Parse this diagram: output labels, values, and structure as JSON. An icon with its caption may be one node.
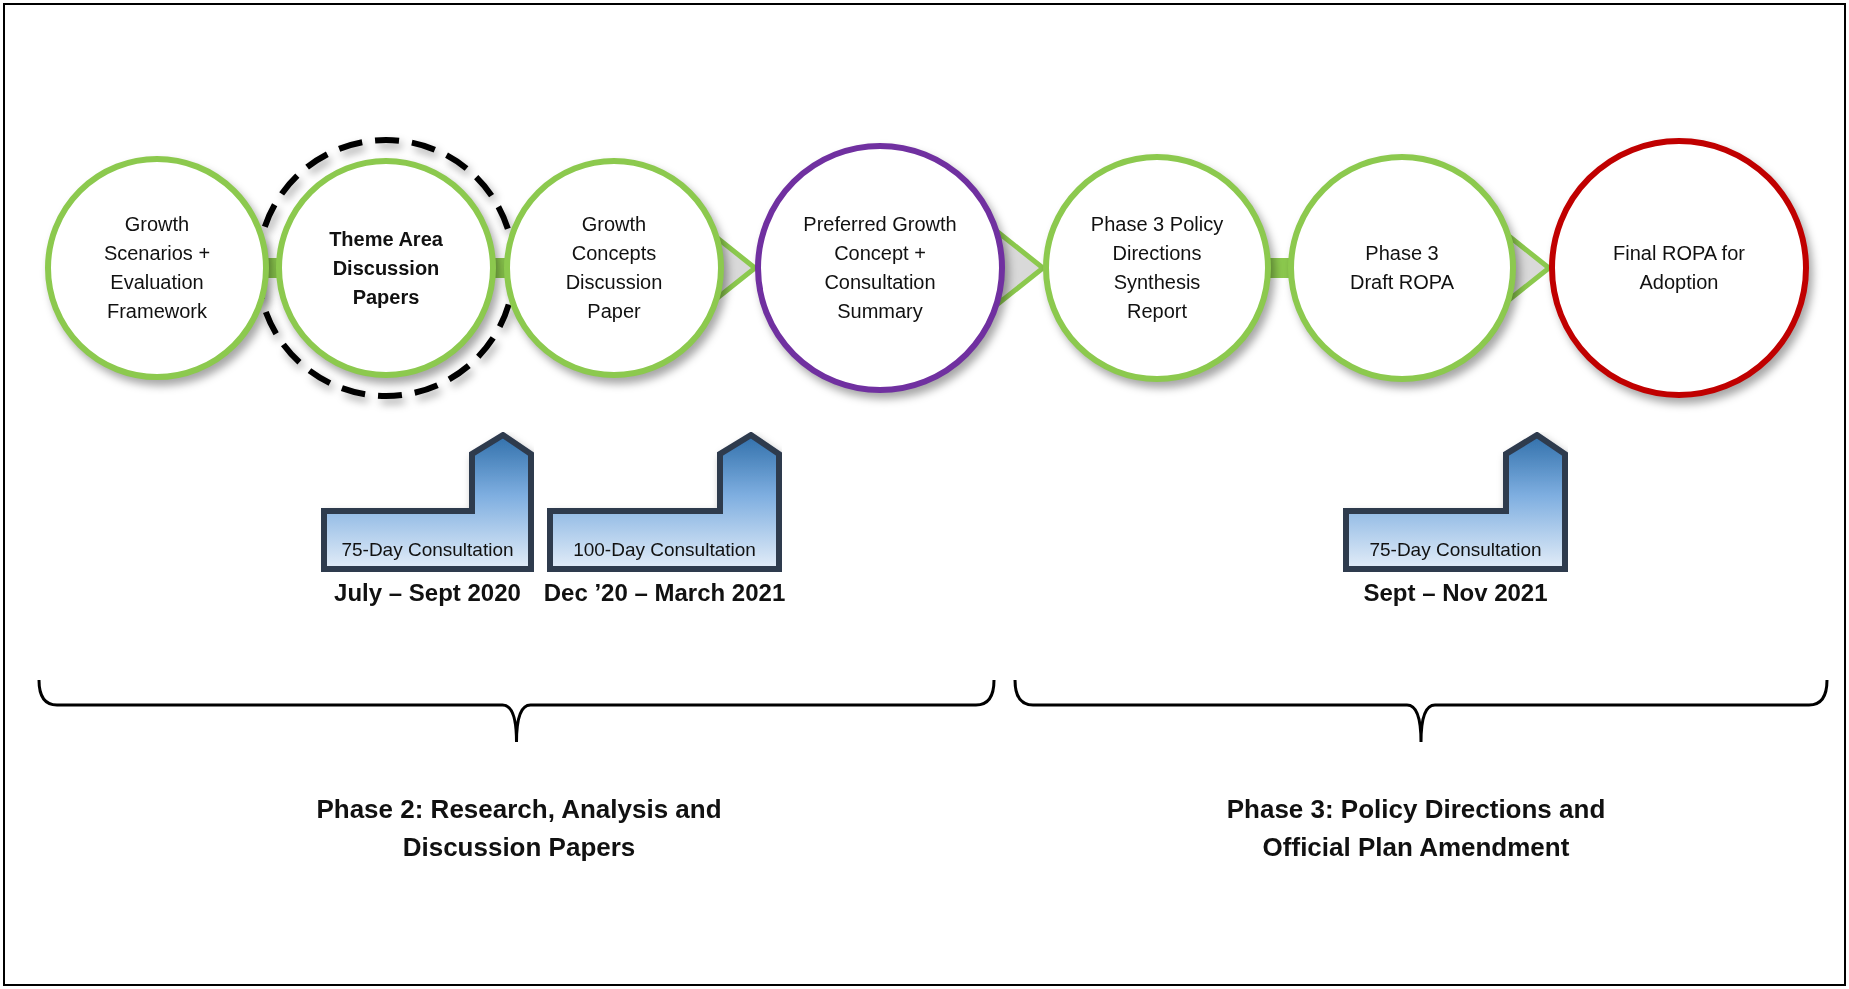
{
  "diagram": {
    "nodes": [
      {
        "text": [
          "Growth Scenarios + Evaluation Framework"
        ]
      },
      {
        "text": [
          "Theme Area Discussion Papers"
        ]
      },
      {
        "text": [
          "Growth Concepts Discussion Paper"
        ]
      },
      {
        "text": [
          "Preferred Growth Concept + Consultation Summary"
        ]
      },
      {
        "text": [
          "Phase 3 Policy Directions Synthesis Report"
        ]
      },
      {
        "text": [
          "Phase 3 Draft ROPA"
        ]
      },
      {
        "text": [
          "Final ROPA for Adoption"
        ]
      },
      {
        "text": [
          "75-Day Consultation"
        ],
        "beside": [
          "July – Sept 2020"
        ]
      },
      {
        "text": [
          "100-Day Consultation"
        ],
        "beside": [
          "Dec ’20 – March 2021"
        ]
      },
      {
        "text": [
          "75-Day Consultation"
        ],
        "beside": [
          "Sept – Nov 2021"
        ]
      }
    ],
    "edges": [
      {
        "from": 0,
        "to": 1,
        "arrow": "none",
        "style": "thick"
      },
      {
        "from": 1,
        "to": 2,
        "arrow": "none",
        "style": "thick"
      },
      {
        "from": 2,
        "to": 3,
        "arrow": "to"
      },
      {
        "from": 3,
        "to": 4,
        "arrow": "to"
      },
      {
        "from": 4,
        "to": 5,
        "arrow": "none",
        "style": "thick"
      },
      {
        "from": 5,
        "to": 6,
        "arrow": "to"
      }
    ],
    "labels": [
      "Phase 2: Research, Analysis and Discussion Papers",
      "Phase 3: Policy Directions and Official Plan Amendment"
    ]
  }
}
